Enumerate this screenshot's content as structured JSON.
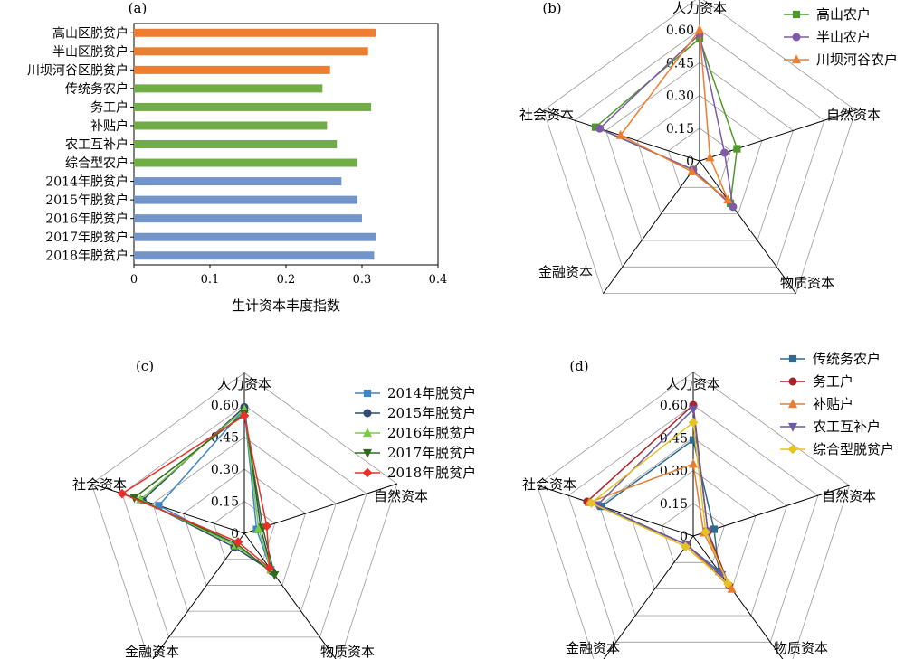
{
  "chart_data": [
    {
      "panel_label": "(a)",
      "type": "bar",
      "orientation": "horizontal",
      "categories": [
        "高山区脱贫户",
        "半山区脱贫户",
        "川坝河谷区脱贫户",
        "传统务农户",
        "务工户",
        "补贴户",
        "农工互补户",
        "综合型农户",
        "2014年脱贫户",
        "2015年脱贫户",
        "2016年脱贫户",
        "2017年脱贫户",
        "2018年脱贫户"
      ],
      "values": [
        0.318,
        0.308,
        0.258,
        0.248,
        0.312,
        0.254,
        0.267,
        0.294,
        0.273,
        0.294,
        0.3,
        0.319,
        0.316
      ],
      "bar_colors": [
        "#ED7D31",
        "#ED7D31",
        "#ED7D31",
        "#70AD47",
        "#70AD47",
        "#70AD47",
        "#70AD47",
        "#70AD47",
        "#7294C8",
        "#7294C8",
        "#7294C8",
        "#7294C8",
        "#7294C8"
      ],
      "xlabel": "生计资本丰度指数",
      "xlim": [
        0,
        0.4
      ],
      "xticks": [
        "0",
        "0.1",
        "0.2",
        "0.3",
        "0.4"
      ]
    },
    {
      "panel_label": "(b)",
      "type": "radar",
      "axes": [
        "人力资本",
        "自然资本",
        "物质资本",
        "金融资本",
        "社会资本"
      ],
      "rlim": [
        0,
        0.6
      ],
      "rticks": [
        "0",
        "0.15",
        "0.30",
        "0.45",
        "0.60"
      ],
      "series": [
        {
          "name": "高山农户",
          "color": "#4C9A2A",
          "marker": "square",
          "values": [
            0.56,
            0.18,
            0.24,
            0.05,
            0.5
          ]
        },
        {
          "name": "半山农户",
          "color": "#7D5BA6",
          "marker": "circle",
          "values": [
            0.58,
            0.12,
            0.26,
            0.05,
            0.48
          ]
        },
        {
          "name": "川坝河谷农户",
          "color": "#ED7D31",
          "marker": "triangle",
          "values": [
            0.6,
            0.05,
            0.22,
            0.06,
            0.38
          ]
        }
      ]
    },
    {
      "panel_label": "(c)",
      "type": "radar",
      "axes": [
        "人力资本",
        "自然资本",
        "物质资本",
        "金融资本",
        "社会资本"
      ],
      "rlim": [
        0,
        0.6
      ],
      "rticks": [
        "0",
        "0.15",
        "0.30",
        "0.45",
        "0.60"
      ],
      "series": [
        {
          "name": "2014年脱贫户",
          "color": "#3A86C6",
          "marker": "square",
          "values": [
            0.58,
            0.06,
            0.21,
            0.07,
            0.42
          ]
        },
        {
          "name": "2015年脱贫户",
          "color": "#2F4A6D",
          "marker": "circle",
          "values": [
            0.59,
            0.08,
            0.22,
            0.08,
            0.5
          ]
        },
        {
          "name": "2016年脱贫户",
          "color": "#7AC943",
          "marker": "triangle",
          "values": [
            0.58,
            0.07,
            0.21,
            0.07,
            0.51
          ]
        },
        {
          "name": "2017年脱贫户",
          "color": "#2E6B1E",
          "marker": "triangle-down",
          "values": [
            0.56,
            0.09,
            0.24,
            0.06,
            0.54
          ]
        },
        {
          "name": "2018年脱贫户",
          "color": "#E8312A",
          "marker": "diamond",
          "values": [
            0.55,
            0.11,
            0.2,
            0.05,
            0.6
          ]
        }
      ]
    },
    {
      "panel_label": "(d)",
      "type": "radar",
      "axes": [
        "人力资本",
        "自然资本",
        "物质资本",
        "金融资本",
        "社会资本"
      ],
      "rlim": [
        0,
        0.6
      ],
      "rticks": [
        "0",
        "0.15",
        "0.30",
        "0.45",
        "0.60"
      ],
      "series": [
        {
          "name": "传统务农户",
          "color": "#2E6B8E",
          "marker": "square",
          "values": [
            0.44,
            0.1,
            0.2,
            0.05,
            0.44
          ]
        },
        {
          "name": "务工户",
          "color": "#A8232B",
          "marker": "circle",
          "values": [
            0.6,
            0.07,
            0.28,
            0.05,
            0.51
          ]
        },
        {
          "name": "补贴户",
          "color": "#E57E32",
          "marker": "triangle",
          "values": [
            0.33,
            0.05,
            0.3,
            0.05,
            0.5
          ]
        },
        {
          "name": "农工互补户",
          "color": "#6A5AA5",
          "marker": "triangle-down",
          "values": [
            0.58,
            0.07,
            0.22,
            0.05,
            0.46
          ]
        },
        {
          "name": "综合型脱贫户",
          "color": "#E6C225",
          "marker": "diamond",
          "values": [
            0.52,
            0.06,
            0.27,
            0.06,
            0.49
          ]
        }
      ]
    }
  ]
}
